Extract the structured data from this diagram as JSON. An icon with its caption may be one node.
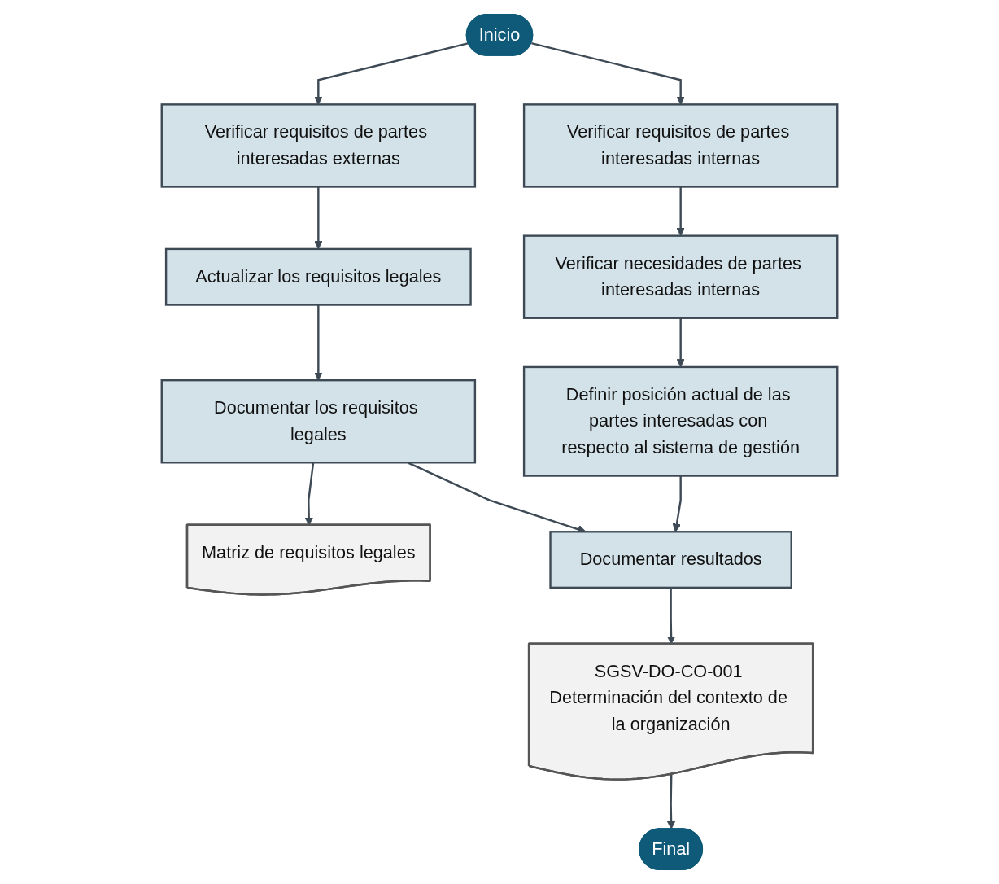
{
  "diagram": {
    "nodes": [
      {
        "text": [
          "Inicio"
        ]
      },
      {
        "text": [
          "Verificar requisitos de partes interesadas internas"
        ]
      },
      {
        "text": [
          "Verificar requisitos de partes interesadas externas"
        ]
      },
      {
        "text": [
          "Verificar necesidades de partes interesadas internas"
        ]
      },
      {
        "text": [
          "Actualizar los requisitos legales"
        ]
      },
      {
        "text": [
          "Definir posición actual de las partes interesadas con respecto al sistema de gestión"
        ]
      },
      {
        "text": [
          "Documentar los requisitos legales"
        ]
      },
      {
        "text": [
          "Matriz de requisitos legales"
        ]
      },
      {
        "text": [
          "Documentar resultados"
        ]
      },
      {
        "text": [
          "SGSV-DO-CO-001 Determinación del contexto de la organización"
        ]
      },
      {
        "text": [
          "Final"
        ]
      }
    ],
    "edges": [
      {
        "from": 0,
        "to": 1,
        "arrow": "to"
      },
      {
        "from": 0,
        "to": 2,
        "arrow": "to"
      },
      {
        "from": 1,
        "to": 3,
        "arrow": "to"
      },
      {
        "from": 3,
        "to": 5,
        "arrow": "to"
      },
      {
        "from": 2,
        "to": 4,
        "arrow": "to"
      },
      {
        "from": 4,
        "to": 6,
        "arrow": "to"
      },
      {
        "from": 6,
        "to": 7,
        "arrow": "to"
      },
      {
        "from": 6,
        "to": 8,
        "arrow": "to"
      },
      {
        "from": 5,
        "to": 8,
        "arrow": "to"
      },
      {
        "from": 8,
        "to": 9,
        "arrow": "to"
      },
      {
        "from": 9,
        "to": 10,
        "arrow": "to"
      }
    ]
  }
}
